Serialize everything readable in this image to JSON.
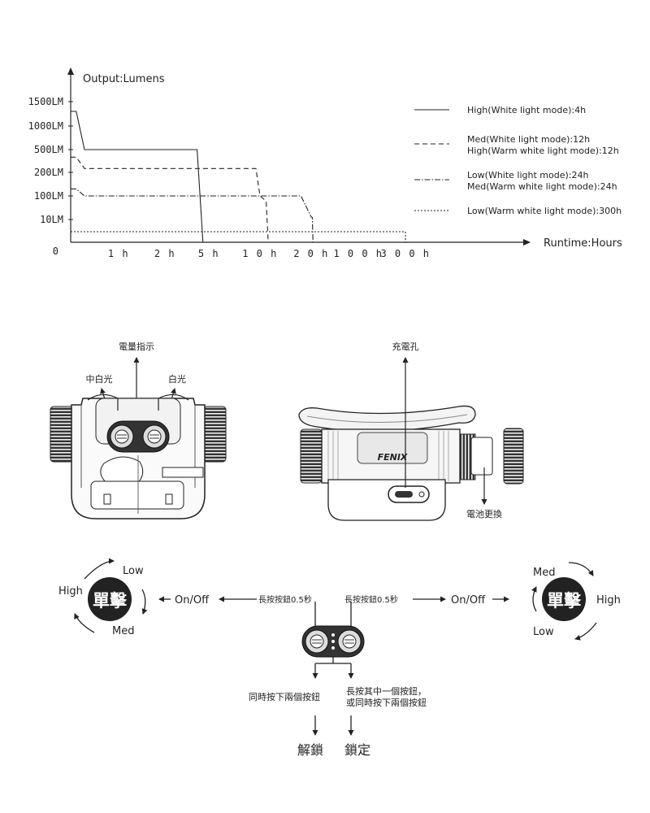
{
  "chart_data": {
    "type": "line",
    "ylabel": "Output:Lumens",
    "xlabel": "Runtime:Hours",
    "y_ticks": [
      "0",
      "10LM",
      "100LM",
      "200LM",
      "500LM",
      "1000LM",
      "1500LM"
    ],
    "x_ticks": [
      "1h",
      "2h",
      "5h",
      "10h",
      "20h",
      "100h",
      "300h"
    ],
    "series": [
      {
        "name": "High(White light mode):4h",
        "style": "solid",
        "points": [
          [
            0,
            1300
          ],
          [
            0.1,
            1300
          ],
          [
            0.25,
            500
          ],
          [
            4.2,
            500
          ],
          [
            4.6,
            0
          ]
        ]
      },
      {
        "name": "Med(White light mode):12h",
        "style": "dashed",
        "points": [
          [
            0,
            400
          ],
          [
            0.1,
            400
          ],
          [
            0.25,
            250
          ],
          [
            9.6,
            250
          ],
          [
            10,
            100
          ],
          [
            11.2,
            80
          ],
          [
            11.6,
            0
          ]
        ]
      },
      {
        "name": "High(Warm white light mode):12h",
        "style": "dashed",
        "points": []
      },
      {
        "name": "Low(White light mode):24h",
        "style": "dashdot",
        "points": [
          [
            0,
            130
          ],
          [
            0.1,
            130
          ],
          [
            0.25,
            100
          ],
          [
            18,
            100
          ],
          [
            20,
            20
          ],
          [
            22,
            18
          ],
          [
            23,
            0
          ]
        ]
      },
      {
        "name": "Med(Warm white light mode):24h",
        "style": "dashdot",
        "points": []
      },
      {
        "name": "Low(Warm white light mode):300h",
        "style": "dotted",
        "points": [
          [
            0,
            5
          ],
          [
            300,
            5
          ],
          [
            300,
            0
          ]
        ]
      }
    ],
    "legend": [
      {
        "style": "solid",
        "lines": [
          "High(White light mode):4h"
        ]
      },
      {
        "style": "dashed",
        "lines": [
          "Med(White light mode):12h",
          "High(Warm white light mode):12h"
        ]
      },
      {
        "style": "dashdot",
        "lines": [
          "Low(White light mode):24h",
          "Med(Warm white light mode):24h"
        ]
      },
      {
        "style": "dotted",
        "lines": [
          "Low(Warm white light mode):300h"
        ]
      }
    ],
    "legend_position": "right",
    "grid": false
  },
  "labels": {
    "battery_indicator": "電量指示",
    "mid_white": "中白光",
    "white": "白光",
    "charging_port": "充電孔",
    "battery_replace": "電池更換",
    "brand": "FENIX"
  },
  "modes": {
    "left_cycle": {
      "center": "單擊",
      "top": "Low",
      "left": "High",
      "bottom": "Med"
    },
    "right_cycle": {
      "center": "單擊",
      "top": "Med",
      "right": "High",
      "bottom": "Low"
    },
    "left_onoff": "On/Off",
    "right_onoff": "On/Off",
    "left_press": "長按按鈕0.5秒",
    "right_press": "長按按鈕0.5秒",
    "both_press": "同時按下兩個按鈕",
    "long_press": [
      "長按其中一個按鈕，",
      "或同時按下兩個按鈕"
    ],
    "unlock": "解鎖",
    "lock": "鎖定"
  }
}
